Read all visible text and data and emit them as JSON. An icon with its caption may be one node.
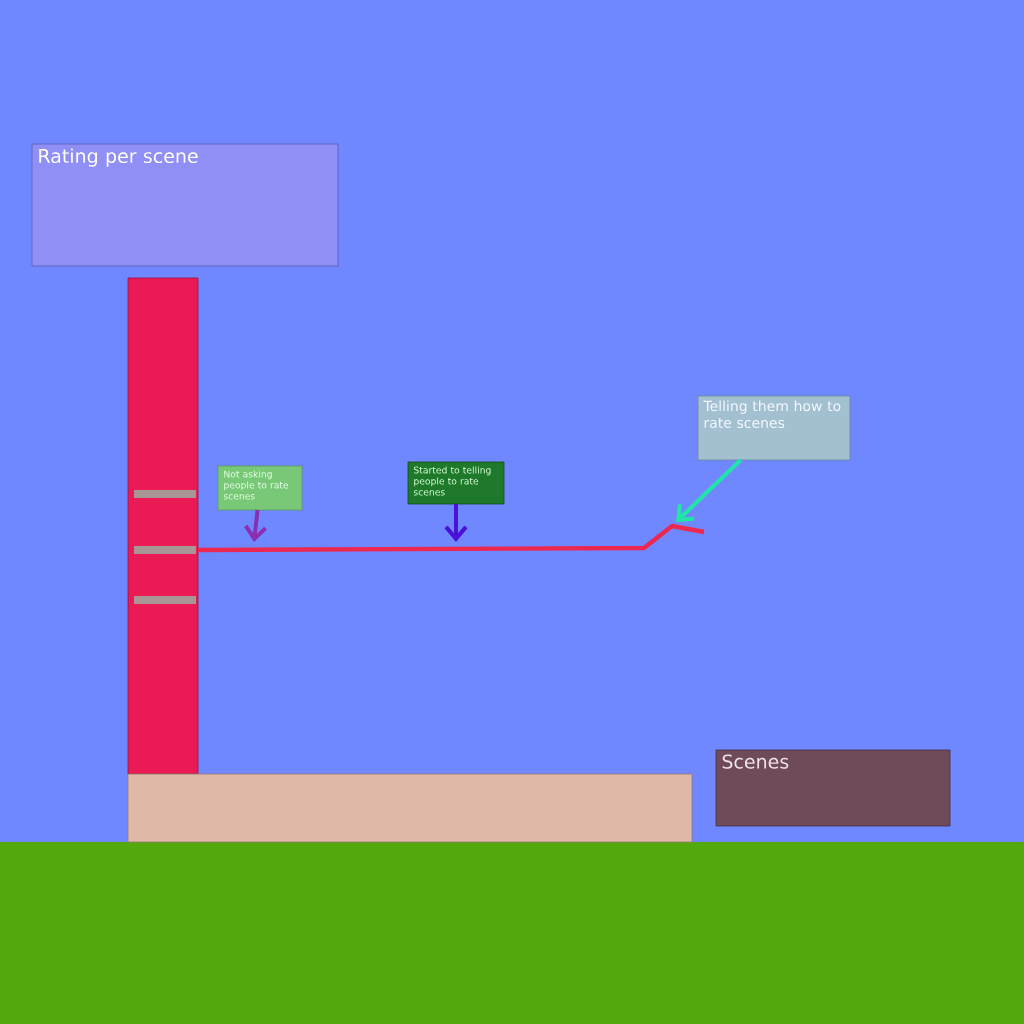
{
  "diagram": {
    "nodes": [
      {
        "text": [
          "Rating per scene"
        ]
      },
      {
        "text": [
          "Not asking people to rate scenes"
        ]
      },
      {
        "text": [
          "Started to telling people to rate scenes"
        ]
      },
      {
        "text": [
          "Telling them how to rate scenes"
        ]
      },
      {
        "text": [
          "Scenes"
        ]
      }
    ],
    "edges": [
      {
        "from": 1,
        "to": null,
        "arrow": "to",
        "color": "#8a2fb0"
      },
      {
        "from": 2,
        "to": null,
        "arrow": "to",
        "color": "#4a12d8"
      },
      {
        "from": 3,
        "to": null,
        "arrow": "to",
        "color": "#1fe6a6"
      }
    ]
  }
}
